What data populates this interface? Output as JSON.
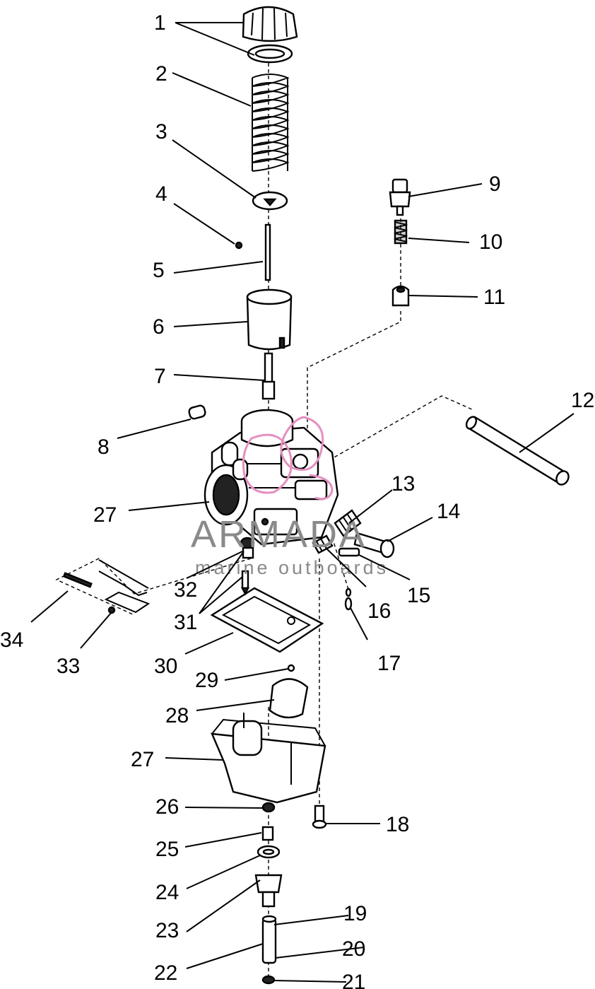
{
  "callouts": [
    {
      "id": "c1",
      "text": "1"
    },
    {
      "id": "c2",
      "text": "2"
    },
    {
      "id": "c3",
      "text": "3"
    },
    {
      "id": "c4",
      "text": "4"
    },
    {
      "id": "c5",
      "text": "5"
    },
    {
      "id": "c6",
      "text": "6"
    },
    {
      "id": "c7",
      "text": "7"
    },
    {
      "id": "c8",
      "text": "8"
    },
    {
      "id": "c9",
      "text": "9"
    },
    {
      "id": "c10",
      "text": "10"
    },
    {
      "id": "c11",
      "text": "11"
    },
    {
      "id": "c12",
      "text": "12"
    },
    {
      "id": "c13",
      "text": "13"
    },
    {
      "id": "c14",
      "text": "14"
    },
    {
      "id": "c15",
      "text": "15"
    },
    {
      "id": "c16",
      "text": "16"
    },
    {
      "id": "c17",
      "text": "17"
    },
    {
      "id": "c18",
      "text": "18"
    },
    {
      "id": "c19",
      "text": "19"
    },
    {
      "id": "c20",
      "text": "20"
    },
    {
      "id": "c21",
      "text": "21"
    },
    {
      "id": "c22",
      "text": "22"
    },
    {
      "id": "c23",
      "text": "23"
    },
    {
      "id": "c24",
      "text": "24"
    },
    {
      "id": "c25",
      "text": "25"
    },
    {
      "id": "c26",
      "text": "26"
    },
    {
      "id": "c27a",
      "text": "27"
    },
    {
      "id": "c27b",
      "text": "27"
    },
    {
      "id": "c28",
      "text": "28"
    },
    {
      "id": "c29",
      "text": "29"
    },
    {
      "id": "c30",
      "text": "30"
    },
    {
      "id": "c31",
      "text": "31"
    },
    {
      "id": "c32",
      "text": "32"
    },
    {
      "id": "c33",
      "text": "33"
    },
    {
      "id": "c34",
      "text": "34"
    }
  ],
  "watermark": {
    "brand": "ARMADA",
    "tagline": "marine outboards",
    "logo_color": "#e58fc0",
    "text_color": "#8a8a8a"
  }
}
